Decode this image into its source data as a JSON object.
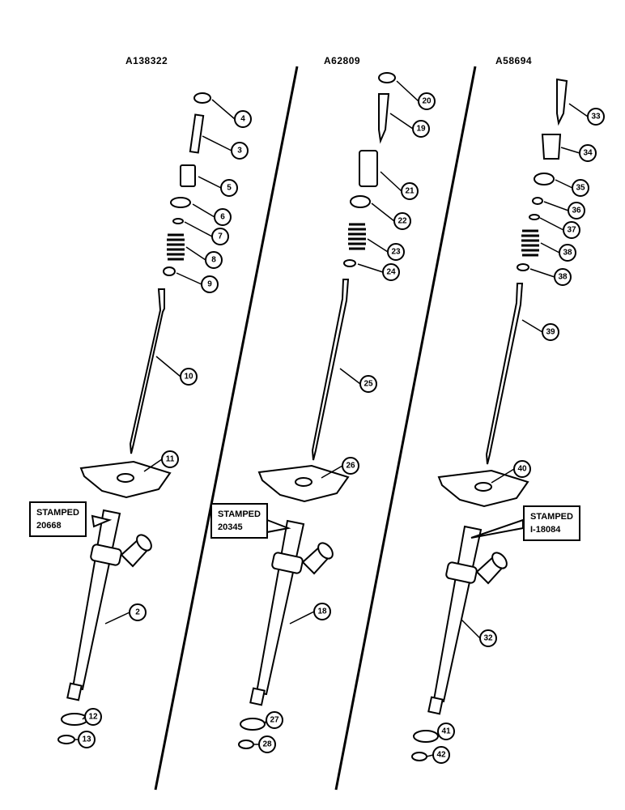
{
  "columns": [
    {
      "title": "A138322",
      "stamp_line1": "STAMPED",
      "stamp_line2": "20668"
    },
    {
      "title": "A62809",
      "stamp_line1": "STAMPED",
      "stamp_line2": "20345"
    },
    {
      "title": "A58694",
      "stamp_line1": "STAMPED",
      "stamp_line2": "I-18084"
    }
  ],
  "callouts": [
    "2",
    "3",
    "4",
    "5",
    "6",
    "7",
    "8",
    "9",
    "10",
    "11",
    "12",
    "13",
    "18",
    "19",
    "20",
    "21",
    "22",
    "23",
    "24",
    "25",
    "26",
    "27",
    "28",
    "32",
    "33",
    "34",
    "35",
    "36",
    "37",
    "38",
    "38",
    "39",
    "40",
    "41",
    "42"
  ]
}
